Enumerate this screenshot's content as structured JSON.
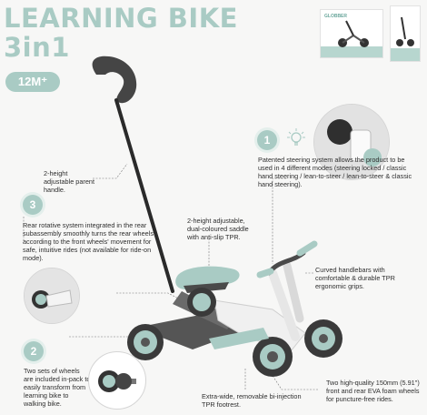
{
  "title": {
    "line1": "LEARNING BIKE",
    "line2": "3in1"
  },
  "age_badge": "12M⁺",
  "step_numbers": [
    "1",
    "2",
    "3"
  ],
  "package_brand": "GLOBBER",
  "callouts": {
    "handle": "2-height adjustable parent handle.",
    "rotative": "Rear rotative system integrated in the rear subassembly smoothly turns the rear wheels according to the front wheels' movement for safe, intuitive rides (not available for ride-on mode).",
    "saddle": "2-height adjustable, dual-coloured saddle with anti-slip TPR.",
    "steering": "Patented steering system allows the product to be used in 4 different modes (steering locked / classic hand steering / lean-to-steer / lean-to-steer & classic hand steering).",
    "handlebars": "Curved handlebars with comfortable & durable TPR ergonomic grips.",
    "wheels_pack": "Two sets of wheels are included in-pack to easily transform from learning bike to walking bike.",
    "footrest": "Extra-wide, removable bi-injection TPR footrest.",
    "front_wheels": "Two high-quality 150mm (5.91\") front and rear EVA foam wheels for puncture-free rides."
  },
  "colors": {
    "mint": "#a9cbc4",
    "dark_grey": "#4a4a4a",
    "frame_white": "#f2f2f2"
  }
}
